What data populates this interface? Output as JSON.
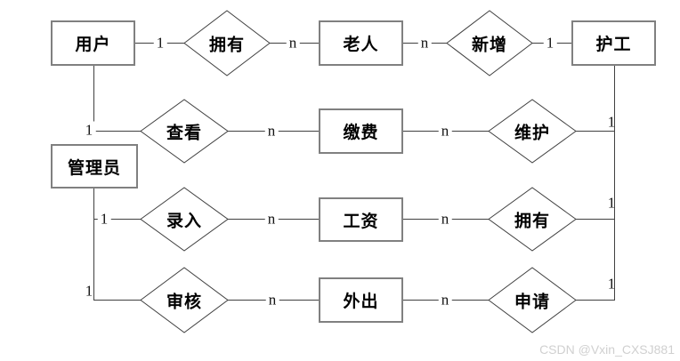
{
  "diagram": {
    "entities": [
      {
        "label": "用户"
      },
      {
        "label": "老人"
      },
      {
        "label": "护工"
      },
      {
        "label": "缴费"
      },
      {
        "label": "管理员"
      },
      {
        "label": "工资"
      },
      {
        "label": "外出"
      }
    ],
    "relationships": [
      {
        "label": "拥有"
      },
      {
        "label": "新增"
      },
      {
        "label": "查看"
      },
      {
        "label": "维护"
      },
      {
        "label": "录入"
      },
      {
        "label": "拥有"
      },
      {
        "label": "审核"
      },
      {
        "label": "申请"
      }
    ],
    "cardinalities": [
      {
        "edge": "用户-拥有",
        "value": "1"
      },
      {
        "edge": "拥有-老人",
        "value": "n"
      },
      {
        "edge": "老人-新增",
        "value": "n"
      },
      {
        "edge": "新增-护工",
        "value": "1"
      },
      {
        "edge": "用户-查看",
        "value": "1"
      },
      {
        "edge": "查看-缴费",
        "value": "n"
      },
      {
        "edge": "缴费-维护",
        "value": "n"
      },
      {
        "edge": "维护-护工",
        "value": "1"
      },
      {
        "edge": "管理员-录入",
        "value": "1"
      },
      {
        "edge": "录入-工资",
        "value": "n"
      },
      {
        "edge": "工资-拥有",
        "value": "n"
      },
      {
        "edge": "拥有-护工",
        "value": "1"
      },
      {
        "edge": "管理员-审核",
        "value": "1"
      },
      {
        "edge": "审核-外出",
        "value": "n"
      },
      {
        "edge": "外出-申请",
        "value": "n"
      },
      {
        "edge": "申请-护工",
        "value": "1"
      }
    ],
    "watermark": "CSDN @Vxin_CXSJ881",
    "colors": {
      "entity_border": "#808080",
      "line": "#404040",
      "text": "#000000",
      "watermark": "#d0d0d0",
      "background": "#ffffff"
    }
  }
}
